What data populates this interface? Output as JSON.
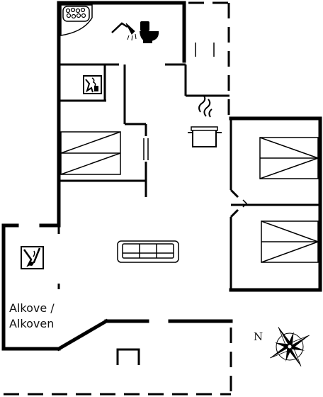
{
  "floorplan": {
    "alcove_label_line1": "Alkove /",
    "alcove_label_line2": "Alkoven",
    "compass_north": "N",
    "icons": [
      "jacuzzi-icon",
      "shower-icon",
      "toilet-icon",
      "washing-machine-icon",
      "stove-icon",
      "sofa-icon",
      "single-bed-icon",
      "fireplace-icon",
      "compass-rose-icon"
    ]
  }
}
